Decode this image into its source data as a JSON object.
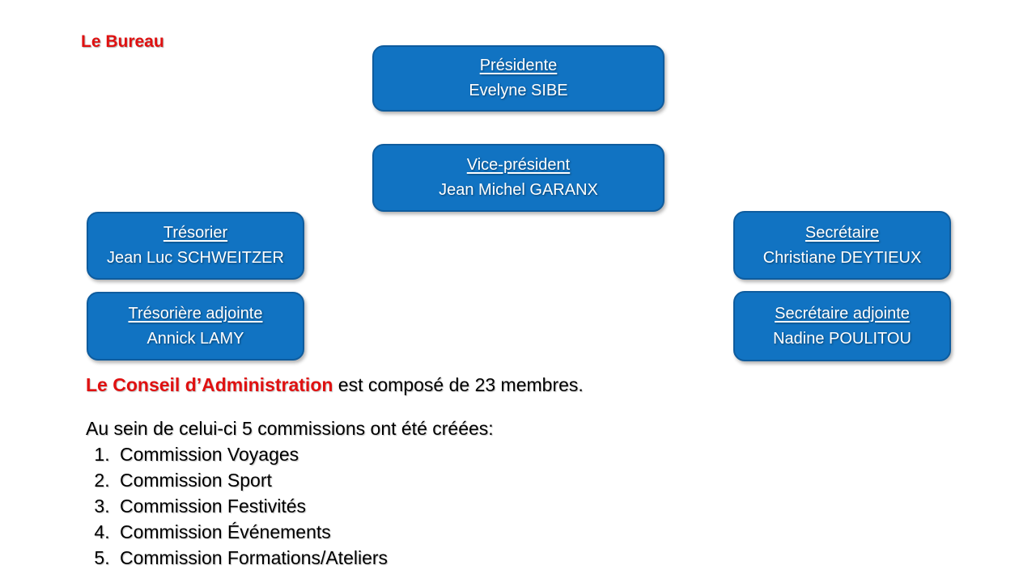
{
  "slide": {
    "title": "Le Bureau",
    "colors": {
      "slide_bg": "#ffffff",
      "box_fill": "#1173c2",
      "box_border": "#0e5c9e",
      "red": "#e01111",
      "body_text": "#000000",
      "box_text": "#ffffff"
    },
    "boxes": [
      {
        "role": "Présidente",
        "name": "Evelyne SIBE"
      },
      {
        "role": "Vice-président",
        "name": "Jean Michel GARANX"
      },
      {
        "role": "Trésorier",
        "name": "Jean Luc SCHWEITZER"
      },
      {
        "role": "Trésorière adjointe",
        "name": "Annick LAMY"
      },
      {
        "role": "Secrétaire",
        "name": "Christiane DEYTIEUX"
      },
      {
        "role": "Secrétaire adjointe",
        "name": "Nadine POULITOU"
      }
    ],
    "conseil": {
      "lead": "Le Conseil d’Administration",
      "rest": " est composé de 23 membres."
    },
    "commissions": {
      "intro": "Au sein de celui-ci 5 commissions ont été créées:",
      "items": [
        "Commission Voyages",
        "Commission Sport",
        "Commission Festivités",
        "Commission Événements",
        "Commission Formations/Ateliers"
      ]
    }
  }
}
